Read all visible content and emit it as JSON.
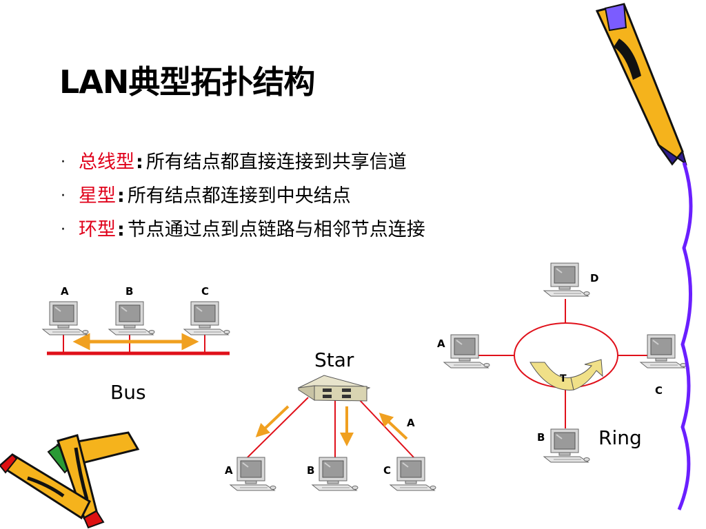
{
  "slide": {
    "title": "LAN典型拓扑结构",
    "bullets": [
      {
        "keyword": "总线型",
        "separator": ":",
        "text": "所有结点都直接连接到共享信道"
      },
      {
        "keyword": "星型",
        "separator": ":",
        "text": "所有结点都连接到中央结点"
      },
      {
        "keyword": "环型",
        "separator": ":",
        "text": "节点通过点到点链路与相邻节点连接"
      }
    ]
  },
  "diagram": {
    "bus": {
      "label": "Bus",
      "nodes": [
        "A",
        "B",
        "C"
      ]
    },
    "star": {
      "label": "Star",
      "nodes": [
        "A",
        "B",
        "C"
      ],
      "packet_label": "A"
    },
    "ring": {
      "label": "Ring",
      "nodes": [
        "D",
        "A",
        "C",
        "B"
      ],
      "token_label": "T"
    }
  },
  "colors": {
    "link": "#e0101a",
    "arrow": "#f0a020",
    "keyword": "#e0001a",
    "token": "#f0e088"
  },
  "icons": [
    "computer-icon",
    "hub-icon",
    "pencil-icon",
    "token-arrow-icon"
  ]
}
